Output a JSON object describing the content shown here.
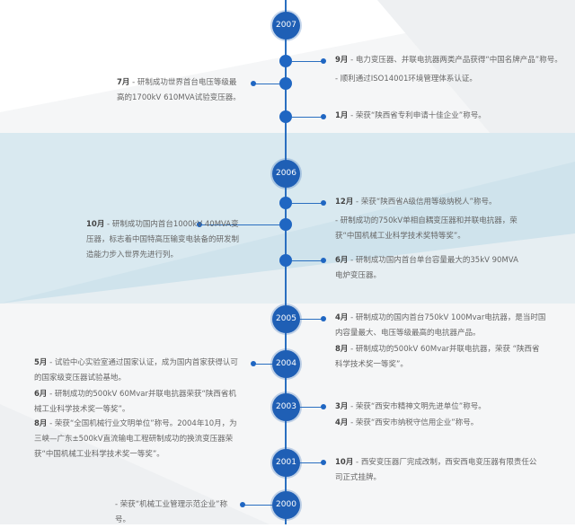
{
  "years": [
    "2007",
    "2006",
    "2005",
    "2004",
    "2003",
    "2001",
    "2000"
  ],
  "events": [
    {
      "month": "9月",
      "text": " - 电力变压器、并联电抗器两类产品获得“中国名牌产品”称号。"
    },
    {
      "month": "",
      "text": "- 顺利通过ISO14001环境管理体系认证。"
    },
    {
      "month": "7月",
      "text": " - 研制成功世界首台电压等级最高的1700kV  610MVA试验变压器。"
    },
    {
      "month": "1月",
      "text": " - 荣获“陕西省专利申请十佳企业”称号。"
    },
    {
      "month": "12月",
      "text": " - 荣获“陕西省A级信用等级纳税人”称号。"
    },
    {
      "month": "",
      "text": "- 研制成功的750kV单相自耦变压器和并联电抗器，荣获“中国机械工业科学技术奖特等奖”。"
    },
    {
      "month": "10月",
      "text": " - 研制成功国内首台1000kV  40MVA变压器，标志着中国特高压输变电装备的研发制造能力步入世界先进行列。"
    },
    {
      "month": "6月",
      "text": " - 研制成功国内首台单台容量最大的35kV  90MVA电炉变压器。"
    },
    {
      "month": "4月",
      "text": " - 研制成功的国内首台750kV  100Mvar电抗器，是当时国内容量最大、电压等级最高的电抗器产品。"
    },
    {
      "month": "8月",
      "text": " - 研制成功的500kV  60Mvar并联电抗器，荣获 “陕西省科学技术奖一等奖”。"
    },
    {
      "month": "5月",
      "text": " - 试验中心实验室通过国家认证，成为国内首家获得认可的国家级变压器试验基地。"
    },
    {
      "month": "6月",
      "text": " - 研制成功的500kV  60Mvar并联电抗器荣获“陕西省机械工业科学技术奖一等奖”。"
    },
    {
      "month": "8月",
      "text": " - 荣获“全国机械行业文明单位”称号。2004年10月，为三峡—广东±500kV直流输电工程研制成功的换流变压器荣获“中国机械工业科学技术奖一等奖”。"
    },
    {
      "month": "3月",
      "text": " - 荣获“西安市精神文明先进单位”称号。"
    },
    {
      "month": "4月",
      "text": " - 荣获“西安市纳税守信用企业”称号。"
    },
    {
      "month": "10月",
      "text": " - 西安变压器厂完成改制，西安西电变压器有限责任公司正式挂牌。"
    },
    {
      "month": "",
      "text": "- 荣获“机械工业管理示范企业”称号。"
    }
  ],
  "colors": {
    "accent": "#1f5fb5",
    "band": "#cfe3ec"
  }
}
